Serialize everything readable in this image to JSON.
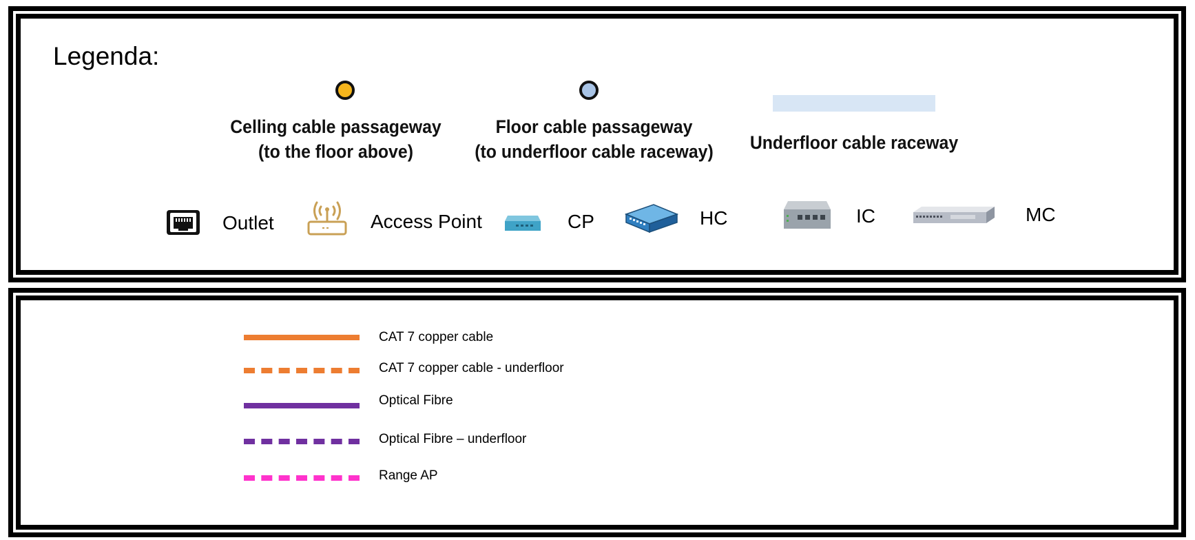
{
  "legend": {
    "title": "Legenda:",
    "passageways": [
      {
        "label_line1": "Celling cable passageway",
        "label_line2": "(to the floor above)",
        "color": "#f5b51c"
      },
      {
        "label_line1": "Floor cable passageway",
        "label_line2": "(to underfloor cable raceway)",
        "color": "#a9c4e6"
      },
      {
        "label_line1": "Underfloor cable raceway",
        "label_line2": "",
        "color": "#d8e6f5"
      }
    ],
    "devices": [
      {
        "label": "Outlet",
        "icon": "ethernet-outlet-icon"
      },
      {
        "label": "Access Point",
        "icon": "wifi-access-point-icon"
      },
      {
        "label": "CP",
        "icon": "consolidation-point-icon"
      },
      {
        "label": "HC",
        "icon": "horizontal-cross-connect-switch-icon"
      },
      {
        "label": "IC",
        "icon": "intermediate-cross-connect-switch-icon"
      },
      {
        "label": "MC",
        "icon": "main-cross-connect-rack-switch-icon"
      }
    ],
    "cables": [
      {
        "label": "CAT 7 copper cable",
        "style": "solid",
        "color": "#ed7d31"
      },
      {
        "label": "CAT 7 copper cable - underfloor",
        "style": "dashed",
        "color": "#ed7d31"
      },
      {
        "label": "Optical Fibre",
        "style": "solid",
        "color": "#7030a0"
      },
      {
        "label": "Optical Fibre – underfloor",
        "style": "dashed",
        "color": "#7030a0"
      },
      {
        "label": "Range AP",
        "style": "dashed",
        "color": "#ff33cc"
      }
    ]
  }
}
